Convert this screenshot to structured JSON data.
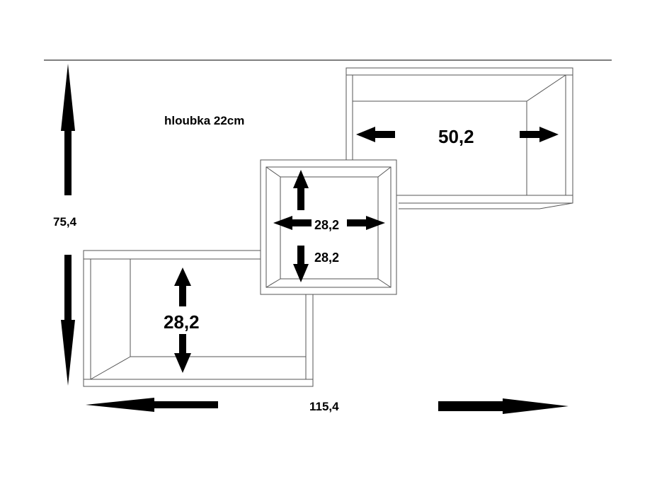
{
  "labels": {
    "depth": "hloubka 22cm",
    "overall_height": "75,4",
    "overall_width": "115,4",
    "top_right_width": "50,2",
    "middle_width": "28,2",
    "middle_height": "28,2",
    "bottom_left_height": "28,2"
  },
  "colors": {
    "line": "#555555",
    "arrow": "#000000",
    "background": "#ffffff"
  }
}
